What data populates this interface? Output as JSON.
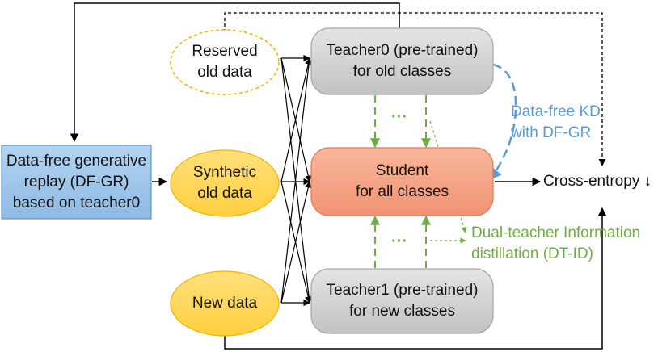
{
  "diagram": {
    "dfgr_box": {
      "line1": "Data-free generative",
      "line2": "replay (DF-GR)",
      "line3": "based on teacher0"
    },
    "reserved_old_data": {
      "line1": "Reserved",
      "line2": "old data"
    },
    "synthetic_old_data": {
      "line1": "Synthetic",
      "line2": "old data"
    },
    "new_data": {
      "line1": "New data"
    },
    "teacher0": {
      "line1": "Teacher0 (pre-trained)",
      "line2": "for old classes"
    },
    "student": {
      "line1": "Student",
      "line2": "for all classes"
    },
    "teacher1": {
      "line1": "Teacher1 (pre-trained)",
      "line2": "for new classes"
    },
    "cross_entropy": "Cross-entropy ↓",
    "data_free_kd": {
      "line1": "Data-free KD",
      "line2": "with DF-GR"
    },
    "dt_id": {
      "line1": "Dual-teacher Information",
      "line2": "distillation (DT-ID)"
    },
    "ellipsis_top": "···",
    "ellipsis_bottom": "···"
  },
  "colors": {
    "blue_box_fill": "#9dc3e6",
    "blue_box_stroke": "#5b9bd5",
    "yellow_fill": "#ffd966",
    "yellow_stroke": "#f4b400",
    "gray_fill": "#cfcfcf",
    "gray_stroke": "#a6a6a6",
    "student_fill": "#f4a582",
    "student_stroke": "#e07b5a",
    "green": "#70ad47",
    "kd_blue": "#5b9bd5"
  }
}
